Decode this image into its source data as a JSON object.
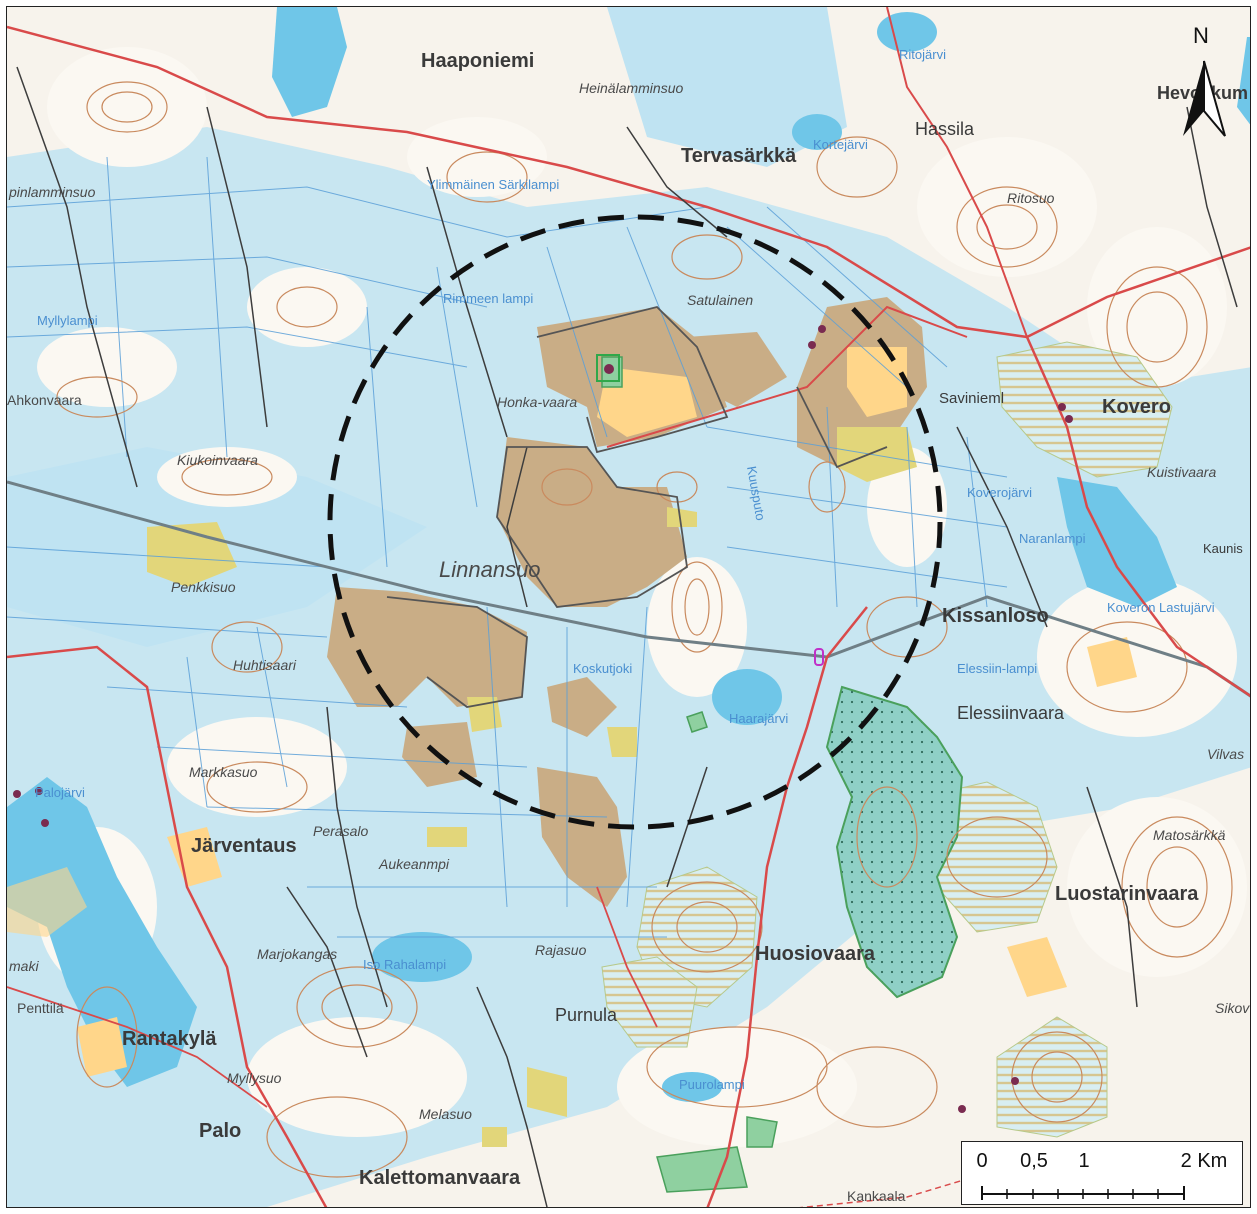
{
  "map": {
    "places_bold": [
      "Haaponiemi",
      "Tervasärkkä",
      "Hassila",
      "Kovero",
      "Kissanloso",
      "Elessiinvaara",
      "Järventaus",
      "Luostarinvaara",
      "Huosiovaara",
      "Rantakylä",
      "Palo",
      "Kalettomanvaara",
      "Purnula",
      "Savinieml"
    ],
    "places_italic": [
      "Heinälamminsuo",
      "Satulainen",
      "Honka-vaara",
      "Kiukoinvaara",
      "Penkkisuo",
      "Huhtisaari",
      "Markkasuo",
      "Perasalo",
      "Aukeanmpi",
      "Marjokangas",
      "Rajasuo",
      "Myllysuo",
      "Melasuo",
      "Ritosuo",
      "Matosärkkä",
      "Vilvas",
      "Sikov",
      "Kankaala",
      "Penttilä",
      "maki",
      "Ahkonvaara",
      "pinlamminsuo",
      "Koskutjoki",
      "Kuusputo",
      "Kuistivaara"
    ],
    "area_name": "Linnansuo",
    "water_labels": [
      "Ylimmäinen Särkilampi",
      "Kortejärvi",
      "Ritojärvi",
      "Myllylampi",
      "Rimmeen lampi",
      "Koverojärvi",
      "Naranlampi",
      "Koveron Lastujärvi",
      "Elessiin-lampi",
      "Haarajärvi",
      "Palojärvi",
      "Iso Rahalampi",
      "Puurolampi",
      "Kaunis",
      "Hevoskum"
    ],
    "north_label": "N",
    "scale_labels": [
      "0",
      "0,5",
      "1",
      "2 Km"
    ],
    "colors": {
      "background": "#f7f3ec",
      "water": "#6fc6e8",
      "wetland": "#bfe3f2",
      "peat_area": "#c9ad86",
      "field": "#ffd68a",
      "road": "#d94a4a",
      "contour": "#c98a5e",
      "protected": "#5fae6e",
      "hatch": "#d8c89a",
      "study_circle": "#111111"
    }
  }
}
